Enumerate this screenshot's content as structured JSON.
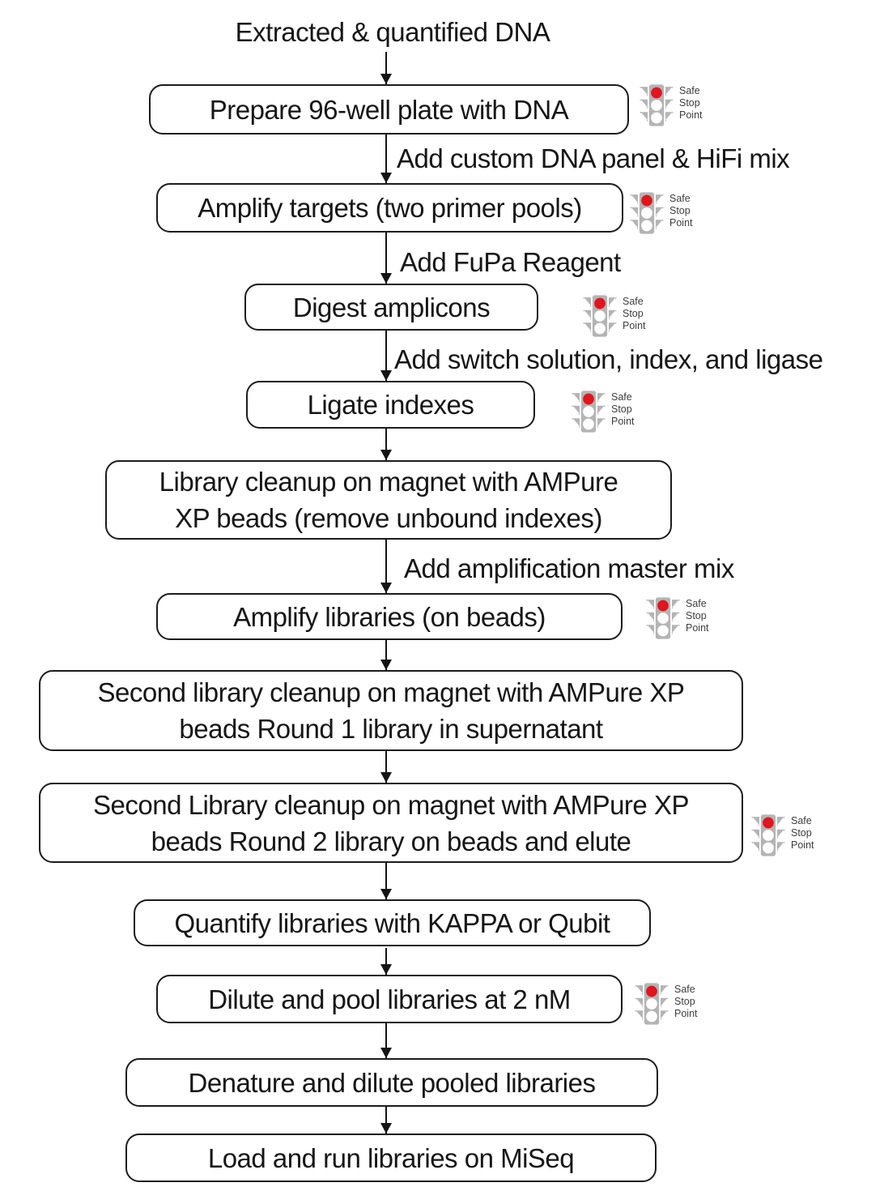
{
  "diagram_title": "Extracted & quantified DNA",
  "safe_stop_point": {
    "line1": "Safe",
    "line2": "Stop",
    "line3": "Point"
  },
  "steps": [
    {
      "label": "Prepare 96-well plate with DNA",
      "safe_stop_point": true
    },
    {
      "label": "Amplify targets (two primer pools)",
      "safe_stop_point": true
    },
    {
      "label": "Digest amplicons",
      "safe_stop_point": true
    },
    {
      "label": "Ligate indexes",
      "safe_stop_point": true
    },
    {
      "label": "Library cleanup on magnet with AMPure\nXP beads (remove unbound indexes)",
      "safe_stop_point": false
    },
    {
      "label": "Amplify libraries (on beads)",
      "safe_stop_point": true
    },
    {
      "label": "Second library cleanup on magnet with AMPure XP\nbeads Round 1 library in supernatant",
      "safe_stop_point": false
    },
    {
      "label": "Second Library cleanup on magnet with AMPure XP\nbeads Round 2 library on beads and elute",
      "safe_stop_point": true
    },
    {
      "label": "Quantify libraries with KAPPA or Qubit",
      "safe_stop_point": false
    },
    {
      "label": "Dilute and pool libraries at 2 nM",
      "safe_stop_point": true
    },
    {
      "label": "Denature and dilute pooled libraries",
      "safe_stop_point": false
    },
    {
      "label": "Load and run libraries on MiSeq",
      "safe_stop_point": false
    }
  ],
  "edge_labels": [
    "Add custom DNA panel & HiFi mix",
    "Add FuPa Reagent",
    "Add switch solution, index, and ligase",
    "Add amplification master mix"
  ],
  "colors": {
    "stop_light_red": "#e0151d",
    "traffic_light_gray": "#b4b4b4",
    "box_border": "#1c1c1c"
  }
}
